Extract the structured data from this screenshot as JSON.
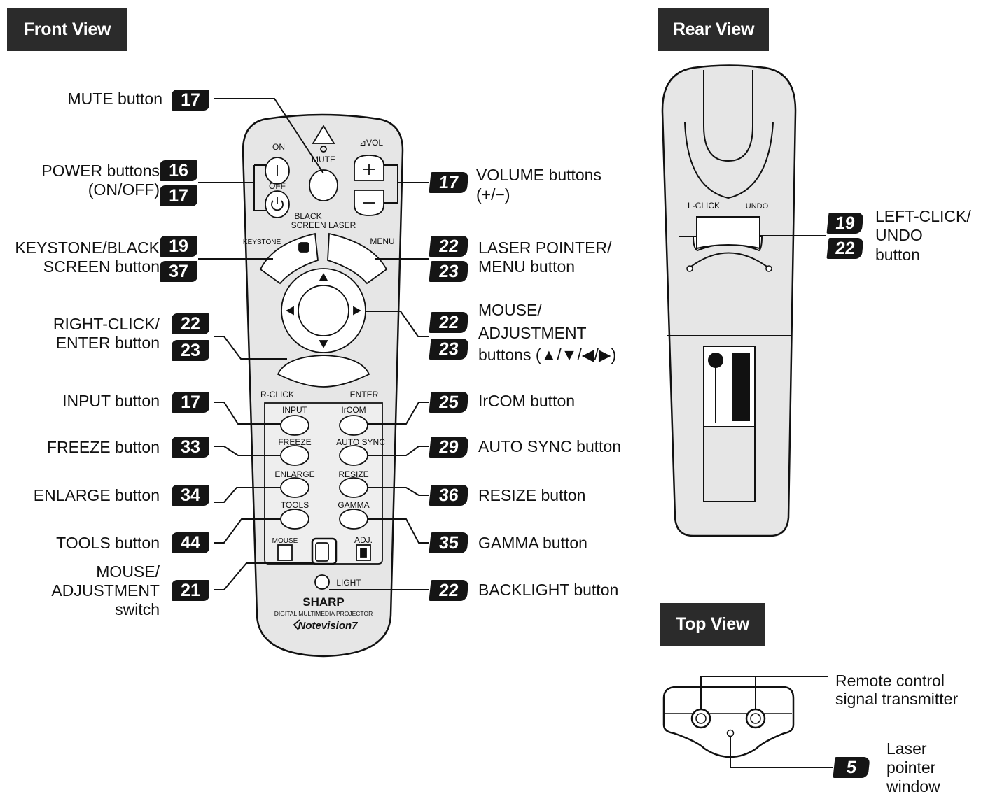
{
  "sections": {
    "front": "Front View",
    "rear": "Rear View",
    "top": "Top View"
  },
  "front_labels": {
    "mute": "MUTE button",
    "power_1": "POWER buttons",
    "power_2": "(ON/OFF)",
    "keystone_1": "KEYSTONE/BLACK",
    "keystone_2": "SCREEN button",
    "rclick_1": "RIGHT-CLICK/",
    "rclick_2": "ENTER button",
    "input": "INPUT button",
    "freeze": "FREEZE button",
    "enlarge": "ENLARGE button",
    "tools": "TOOLS button",
    "mouse_sw_1": "MOUSE/",
    "mouse_sw_2": "ADJUSTMENT",
    "mouse_sw_3": "switch",
    "volume_1": "VOLUME buttons",
    "volume_2": "(+/−)",
    "laser_1": "LASER POINTER/",
    "laser_2": "MENU button",
    "mouse_adj_1": "MOUSE/",
    "mouse_adj_2": "ADJUSTMENT",
    "mouse_adj_3": "buttons (▲/▼/◀/▶)",
    "ircom": "IrCOM button",
    "autosync": "AUTO SYNC button",
    "resize": "RESIZE button",
    "gamma": "GAMMA button",
    "backlight": "BACKLIGHT button"
  },
  "rear_labels": {
    "lclick_1": "LEFT-CLICK/",
    "lclick_2": "UNDO",
    "lclick_3": "button"
  },
  "top_labels": {
    "signal_1": "Remote control",
    "signal_2": "signal transmitter",
    "laser_1": "Laser",
    "laser_2": "pointer",
    "laser_3": "window"
  },
  "pages": {
    "mute": "17",
    "power_on": "16",
    "power_off": "17",
    "keystone": "19",
    "black_screen": "37",
    "rclick": "22",
    "enter": "23",
    "input": "17",
    "freeze": "33",
    "enlarge": "34",
    "tools": "44",
    "mouse_switch": "21",
    "volume": "17",
    "laser": "22",
    "menu": "23",
    "mouse_adj_1": "22",
    "mouse_adj_2": "23",
    "ircom": "25",
    "autosync": "29",
    "resize": "36",
    "gamma": "35",
    "backlight": "22",
    "lclick": "19",
    "undo": "22",
    "laser_window": "5"
  },
  "remote_text": {
    "on": "ON",
    "off": "OFF",
    "mute": "MUTE",
    "vol": "⊿VOL",
    "black": "BLACK",
    "screen_laser": "SCREEN LASER",
    "keystone": "KEYSTONE",
    "menu": "MENU",
    "r_click": "R-CLICK",
    "enter": "ENTER",
    "input": "INPUT",
    "ircom": "IrCOM",
    "freeze": "FREEZE",
    "auto_sync": "AUTO SYNC",
    "enlarge": "ENLARGE",
    "resize": "RESIZE",
    "tools": "TOOLS",
    "gamma": "GAMMA",
    "mouse": "MOUSE",
    "adj": "ADJ.",
    "light": "LIGHT",
    "brand": "SHARP",
    "product": "DIGITAL MULTIMEDIA PROJECTOR",
    "model": "Notevision7",
    "l_click": "L-CLICK",
    "undo": "UNDO"
  },
  "colors": {
    "badge": "#151515",
    "section": "#2b2b2b",
    "remote_fill": "#e6e6e6",
    "line": "#111111"
  }
}
